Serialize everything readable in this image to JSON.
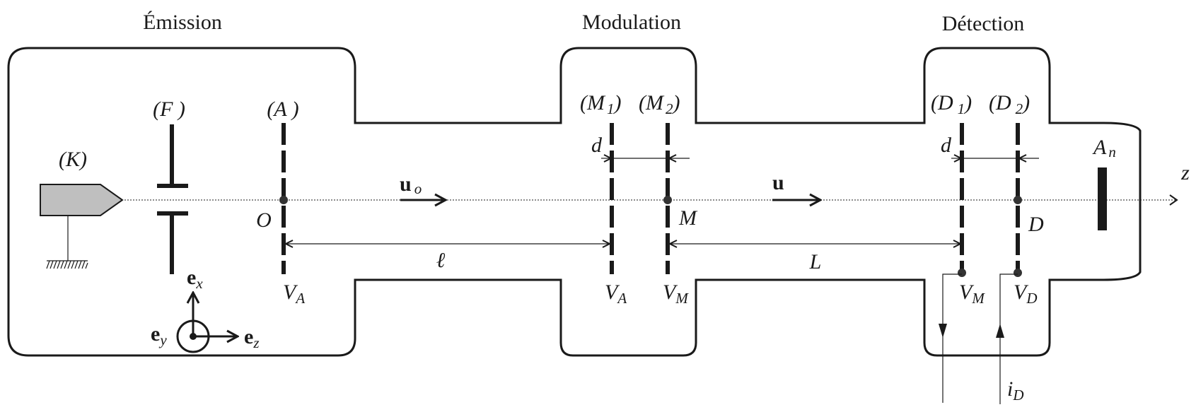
{
  "sections": {
    "emission": "Émission",
    "modulation": "Modulation",
    "detection": "Détection"
  },
  "components": {
    "cathode": {
      "label": "(K)"
    },
    "filter": {
      "label": "(F )"
    },
    "anode": {
      "label": "(A )",
      "point": "O",
      "potential": "V",
      "potential_sub": "A"
    },
    "m1": {
      "label": "(M",
      "sub": "1",
      "close": ")",
      "potential": "V",
      "potential_sub": "A"
    },
    "m2": {
      "label": "(M",
      "sub": "2",
      "close": ")",
      "point": "M",
      "potential": "V",
      "potential_sub": "M"
    },
    "d1": {
      "label": "(D",
      "sub": "1",
      "close": ")",
      "potential": "V",
      "potential_sub": "M"
    },
    "d2": {
      "label": "(D",
      "sub": "2",
      "close": ")",
      "point": "D",
      "potential": "V",
      "potential_sub": "D"
    },
    "collector": {
      "label": "A",
      "sub": "n"
    }
  },
  "vectors": {
    "u0": {
      "label": "u",
      "sub": "o"
    },
    "u": {
      "label": "u"
    }
  },
  "dimensions": {
    "ell": "ℓ",
    "L": "L",
    "d_mod": "d",
    "d_det": "d"
  },
  "axes": {
    "z": "z",
    "ex": {
      "label": "e",
      "sub": "x"
    },
    "ey": {
      "label": "e",
      "sub": "y"
    },
    "ez": {
      "label": "e",
      "sub": "z"
    }
  },
  "current": {
    "label": "i",
    "sub": "D"
  },
  "colors": {
    "ink": "#1a1a1a",
    "cathode_fill": "#bfbfbf",
    "background": "#ffffff"
  }
}
